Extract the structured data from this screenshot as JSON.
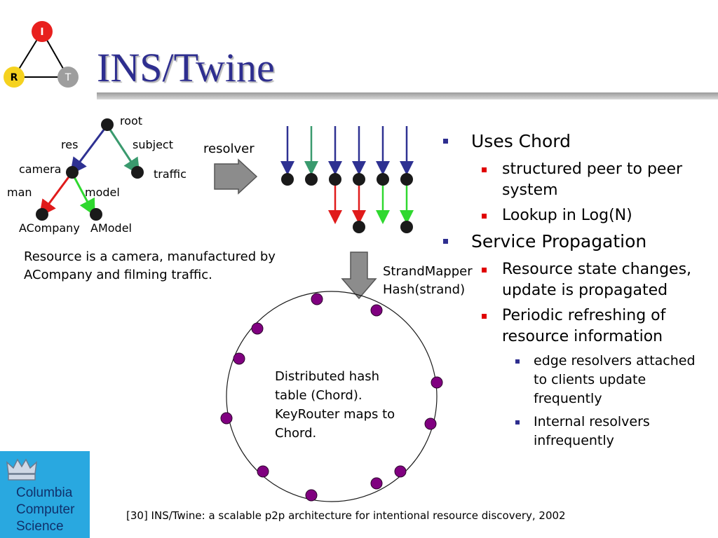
{
  "slide": {
    "title": "INS/Twine",
    "logo": {
      "top_letter": "I",
      "left_letter": "R",
      "right_letter": "T"
    },
    "tree": {
      "root": "root",
      "edge_res": "res",
      "edge_subject": "subject",
      "node_camera": "camera",
      "node_traffic": "traffic",
      "edge_man": "man",
      "edge_model": "model",
      "leaf_acompany": "ACompany",
      "leaf_amodel": "AModel"
    },
    "caption": "Resource is a camera, manufactured by ACompany and filming traffic.",
    "resolver_label": "resolver",
    "strand_mapper_line1": "StrandMapper",
    "strand_mapper_line2": "Hash(strand)",
    "dht_caption": "Distributed hash table (Chord). KeyRouter maps to Chord.",
    "bullets": {
      "uses_chord": "Uses Chord",
      "structured_p2p": "structured peer to peer system",
      "lookup": "Lookup in Log(N)",
      "service_propagation": "Service Propagation",
      "state_changes": "Resource state changes, update is propagated",
      "periodic": "Periodic refreshing of resource information",
      "edge_resolvers": "edge resolvers attached to clients update frequently",
      "internal_resolvers": "Internal resolvers infrequently"
    },
    "citation": "[30] INS/Twine: a scalable p2p architecture for intentional resource discovery, 2002",
    "footer_logo": {
      "line1": "Columbia",
      "line2": "Computer",
      "line3": "Science",
      "icon": "crown-icon"
    },
    "colors": {
      "title": "#2e2e8f",
      "edge_blue": "#2e3192",
      "edge_teal": "#3a9a6e",
      "edge_red": "#e01b1b",
      "edge_green": "#2fd82f",
      "ring_node": "#800080",
      "logo_bg": "#29a8e0",
      "node_i": "#e8201e",
      "node_r": "#f5d21f",
      "node_t": "#9e9e9e"
    }
  }
}
